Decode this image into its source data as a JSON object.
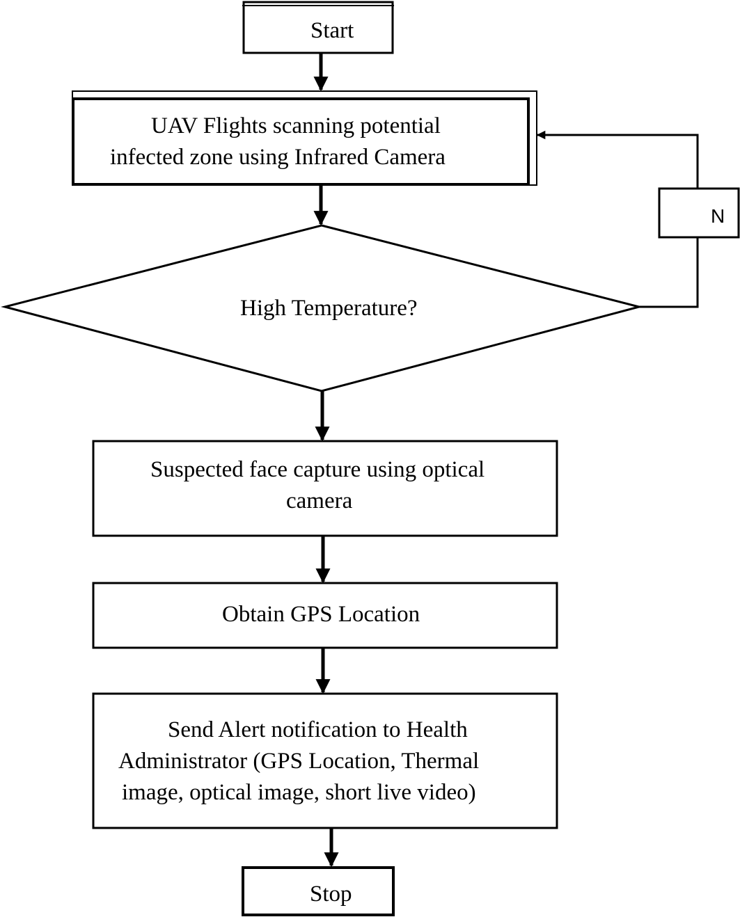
{
  "flowchart": {
    "start": "Start",
    "scan": {
      "line1": "UAV Flights scanning potential",
      "line2": "infected zone using Infrared Camera"
    },
    "decision": "High Temperature?",
    "no_branch": "N",
    "capture": {
      "line1": "Suspected face capture using optical",
      "line2": "camera"
    },
    "gps": "Obtain GPS Location",
    "alert": {
      "line1": "Send Alert notification to Health",
      "line2": "Administrator (GPS Location, Thermal",
      "line3": "image, optical image, short live video)"
    },
    "stop": "Stop"
  },
  "colors": {
    "stroke": "#000000",
    "background": "#ffffff"
  }
}
